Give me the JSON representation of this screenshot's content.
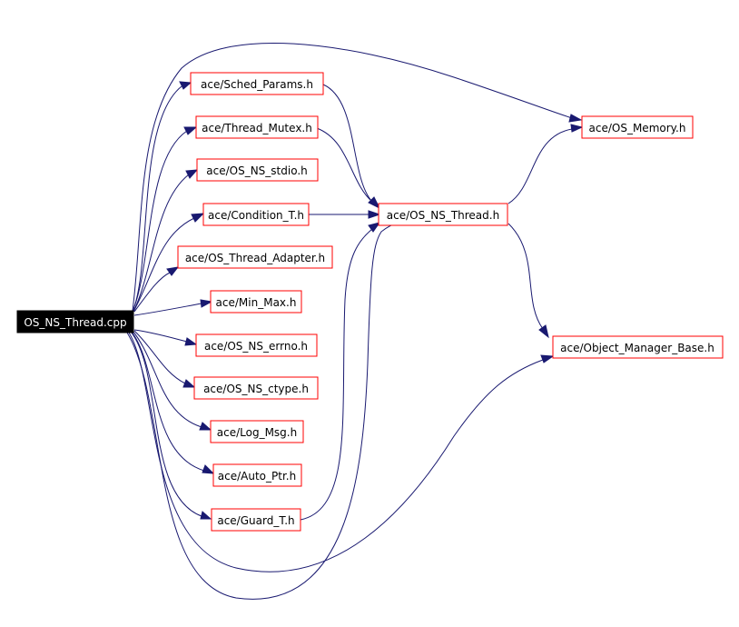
{
  "root": {
    "label": "OS_NS_Thread.cpp"
  },
  "nodes": {
    "sched_params": "ace/Sched_Params.h",
    "thread_mutex": "ace/Thread_Mutex.h",
    "os_ns_stdio": "ace/OS_NS_stdio.h",
    "condition_t": "ace/Condition_T.h",
    "os_thread_adapter": "ace/OS_Thread_Adapter.h",
    "min_max": "ace/Min_Max.h",
    "os_ns_errno": "ace/OS_NS_errno.h",
    "os_ns_ctype": "ace/OS_NS_ctype.h",
    "log_msg": "ace/Log_Msg.h",
    "auto_ptr": "ace/Auto_Ptr.h",
    "guard_t": "ace/Guard_T.h",
    "os_ns_thread": "ace/OS_NS_Thread.h",
    "os_memory": "ace/OS_Memory.h",
    "object_manager_base": "ace/Object_Manager_Base.h"
  },
  "colors": {
    "root_fill": "#000000",
    "root_text": "#ffffff",
    "node_border": "#ff0000",
    "edge": "#191970"
  }
}
